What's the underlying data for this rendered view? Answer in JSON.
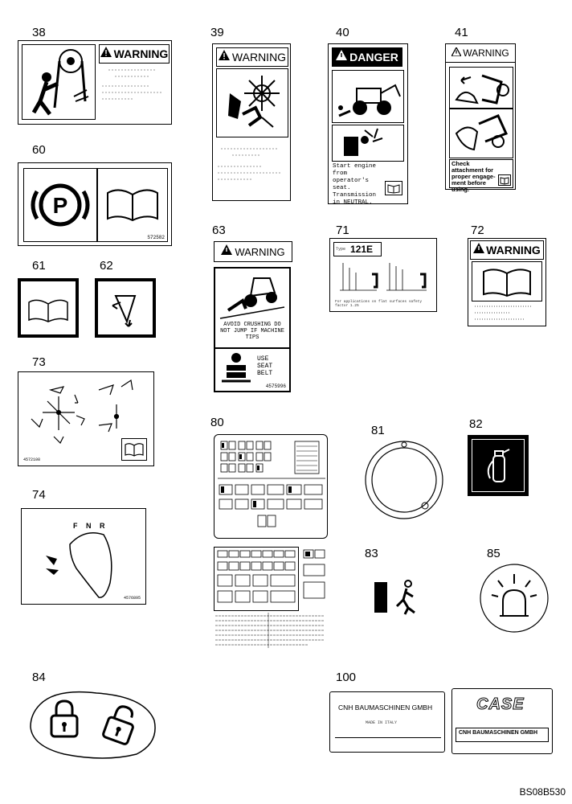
{
  "callouts": [
    "38",
    "39",
    "40",
    "41",
    "60",
    "61",
    "62",
    "63",
    "71",
    "72",
    "73",
    "74",
    "80",
    "81",
    "82",
    "83",
    "84",
    "85",
    "100"
  ],
  "labels": {
    "warning": "WARNING",
    "danger": "DANGER",
    "d40_text": "Start engine from operator's seat. Transmission in NEUTRAL.",
    "d41_text": "Check attachment for proper engage-ment before using.",
    "d63_text1": "AVOID CRUSHING DO NOT JUMP IF MACHINE TIPS",
    "d63_text2": "USE SEAT BELT",
    "d63_ref": "4575996",
    "d60_ref": "S72582",
    "d71_model_label": "Type",
    "d71_model": "121E",
    "d71_note": "For applications on flat surfaces safety factor 1.25",
    "d73_ref": "4572108",
    "d74_ref": "4576895",
    "d74_fnr": "F N R",
    "d100_company": "CNH BAUMASCHINEN GMBH",
    "d100_made": "MADE IN ITALY",
    "d100_brand": "CASE",
    "d100_company2": "CNH BAUMASCHINEN GMBH",
    "figure_code": "BS08B530"
  }
}
